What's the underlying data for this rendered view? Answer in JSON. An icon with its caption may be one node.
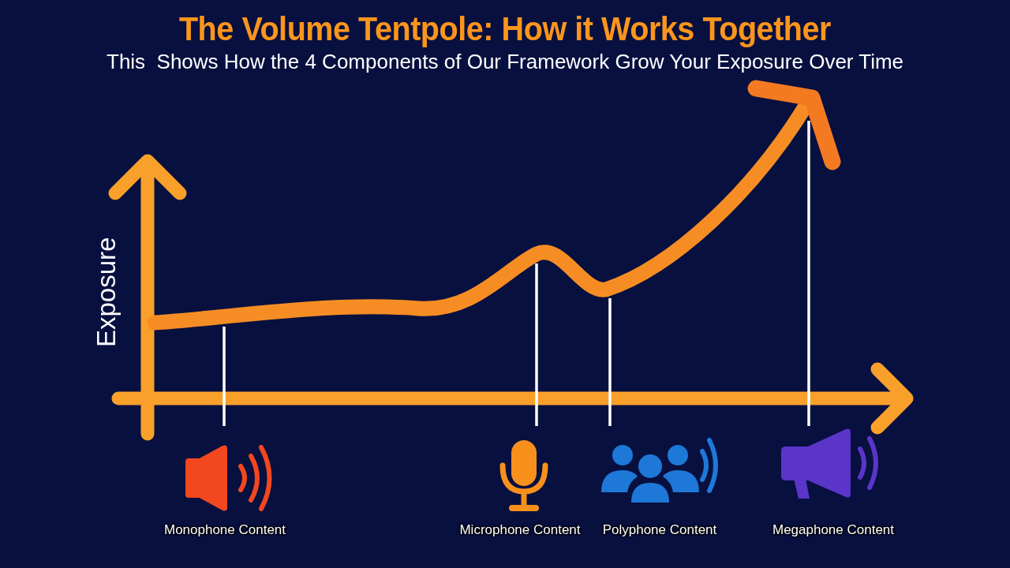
{
  "diagram": {
    "title": "The Volume Tentpole: How it Works Together",
    "nodes": [
      {
        "text": [
          "Monophone Content"
        ]
      },
      {
        "text": [
          "Microphone Content"
        ]
      },
      {
        "text": [
          "Polyphone Content"
        ]
      },
      {
        "text": [
          "Megaphone Content"
        ]
      }
    ],
    "edges": [
      {
        "from": 0,
        "to": null,
        "arrow": "none"
      },
      {
        "from": 1,
        "to": null,
        "arrow": "none"
      },
      {
        "from": 2,
        "to": null,
        "arrow": "none"
      },
      {
        "from": 3,
        "to": null,
        "arrow": "none"
      }
    ],
    "labels": [
      "This  Shows How the 4 Components of Our Framework Grow Your Exposure Over Time",
      "Exposure"
    ]
  }
}
